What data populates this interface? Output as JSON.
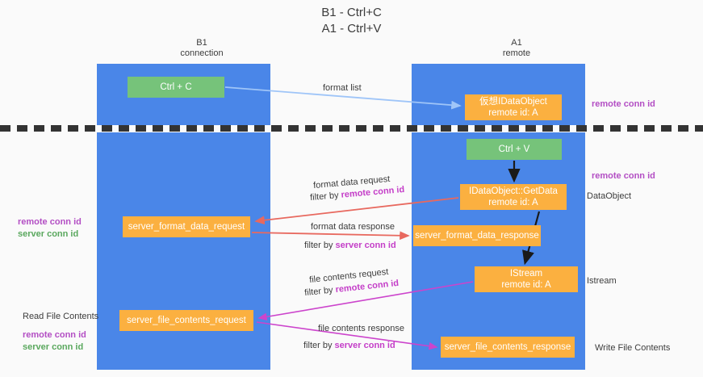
{
  "title": "B1 - Ctrl+C\nA1 - Ctrl+V",
  "columns": {
    "left": "B1\nconnection",
    "right": "A1\nremote"
  },
  "nodes": {
    "ctrl_c": "Ctrl + C",
    "virtual_dataobject": "仮想IDataObject\nremote id: A",
    "ctrl_v": "Ctrl + V",
    "getdata": "IDataObject::GetData\nremote id: A",
    "server_format_data_request": "server_format_data_request",
    "server_format_data_response": "server_format_data_response",
    "istream": "IStream\nremote id: A",
    "server_file_contents_request": "server_file_contents_request",
    "server_file_contents_response": "server_file_contents_response"
  },
  "right_notes": {
    "remote_conn_id_1": "remote conn id",
    "remote_conn_id_2": "remote conn id",
    "dataobject": "DataObject",
    "istream": "Istream",
    "write_file_contents": "Write File Contents"
  },
  "left_notes": {
    "group1_line1": "remote conn id",
    "group1_line2": "server conn id",
    "read_file_contents": "Read File Contents",
    "group2_line1": "remote conn id",
    "group2_line2": "server conn id"
  },
  "edge_labels": {
    "format_list": "format list",
    "format_data_request": "format data request",
    "filter_by_remote_conn_id_1_prefix": "filter by ",
    "filter_by_remote_conn_id_1_key": "remote conn id",
    "format_data_response": "format data response",
    "filter_by_server_conn_id_1_prefix": "filter by ",
    "filter_by_server_conn_id_1_key": "server conn id",
    "file_contents_request": "file contents request",
    "filter_by_remote_conn_id_2_prefix": "filter by ",
    "filter_by_remote_conn_id_2_key": "remote conn id",
    "file_contents_response": "file contents response",
    "filter_by_server_conn_id_2_prefix": "filter by ",
    "filter_by_server_conn_id_2_key": "server conn id"
  },
  "colors": {
    "lane_blue": "#4a86e8",
    "node_green": "#76c37a",
    "node_orange": "#fbb040",
    "accent_purple": "#b34ec4",
    "accent_green": "#5aa85e",
    "arrow_red": "#e8695f",
    "arrow_magenta": "#cc44cc",
    "arrow_lightblue": "#9fc5f8",
    "arrow_black": "#1a1a1a",
    "divider": "#333333"
  }
}
